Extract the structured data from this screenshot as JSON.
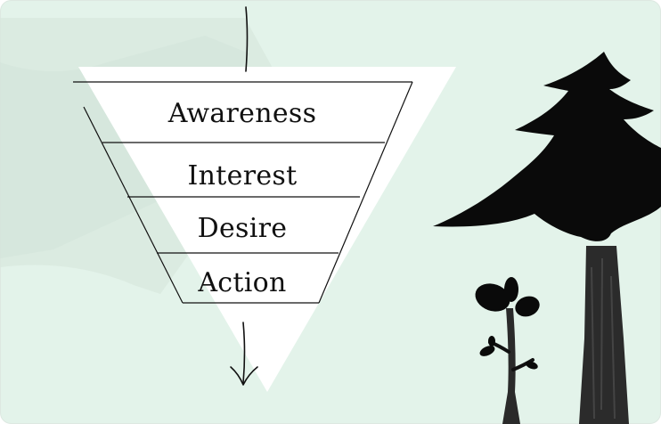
{
  "colors": {
    "background": "#e3f3ea",
    "texture": "#d6e5dc",
    "funnel_fill": "#ffffff",
    "ink": "#111111",
    "trunk": "#2a2a2a"
  },
  "funnel": {
    "stages": [
      {
        "label": "Awareness"
      },
      {
        "label": "Interest"
      },
      {
        "label": "Desire"
      },
      {
        "label": "Action"
      }
    ]
  },
  "icons": {
    "arrow_in": "arrow-down-icon",
    "arrow_out": "arrow-down-icon",
    "tree_large": "pine-tree-icon",
    "tree_small": "sapling-icon"
  }
}
